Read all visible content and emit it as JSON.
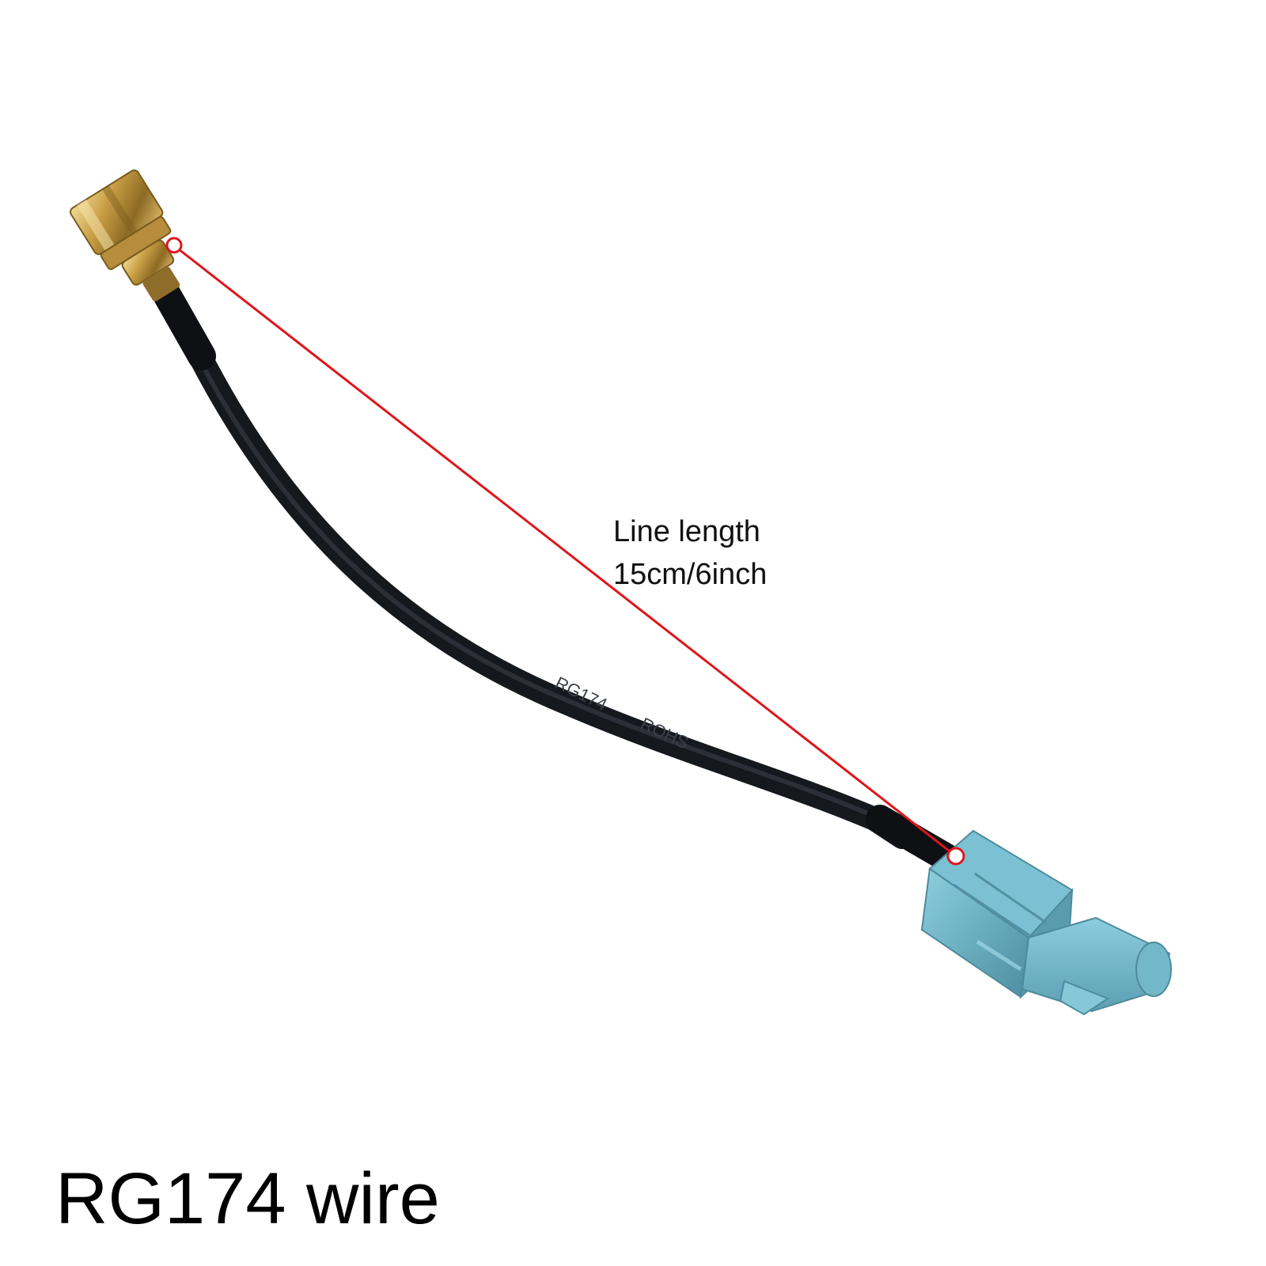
{
  "measurement": {
    "line1": "Line length",
    "line2": "15cm/6inch"
  },
  "caption": "RG174 wire",
  "cable_print": {
    "text1": "RG174",
    "text2": "ROHS"
  },
  "colors": {
    "background": "#ffffff",
    "cable": "#1f232a",
    "sma_gold": "#c9a24a",
    "fakra_blue": "#6fb6c8",
    "measure_line": "#e0161b",
    "text": "#111111"
  }
}
